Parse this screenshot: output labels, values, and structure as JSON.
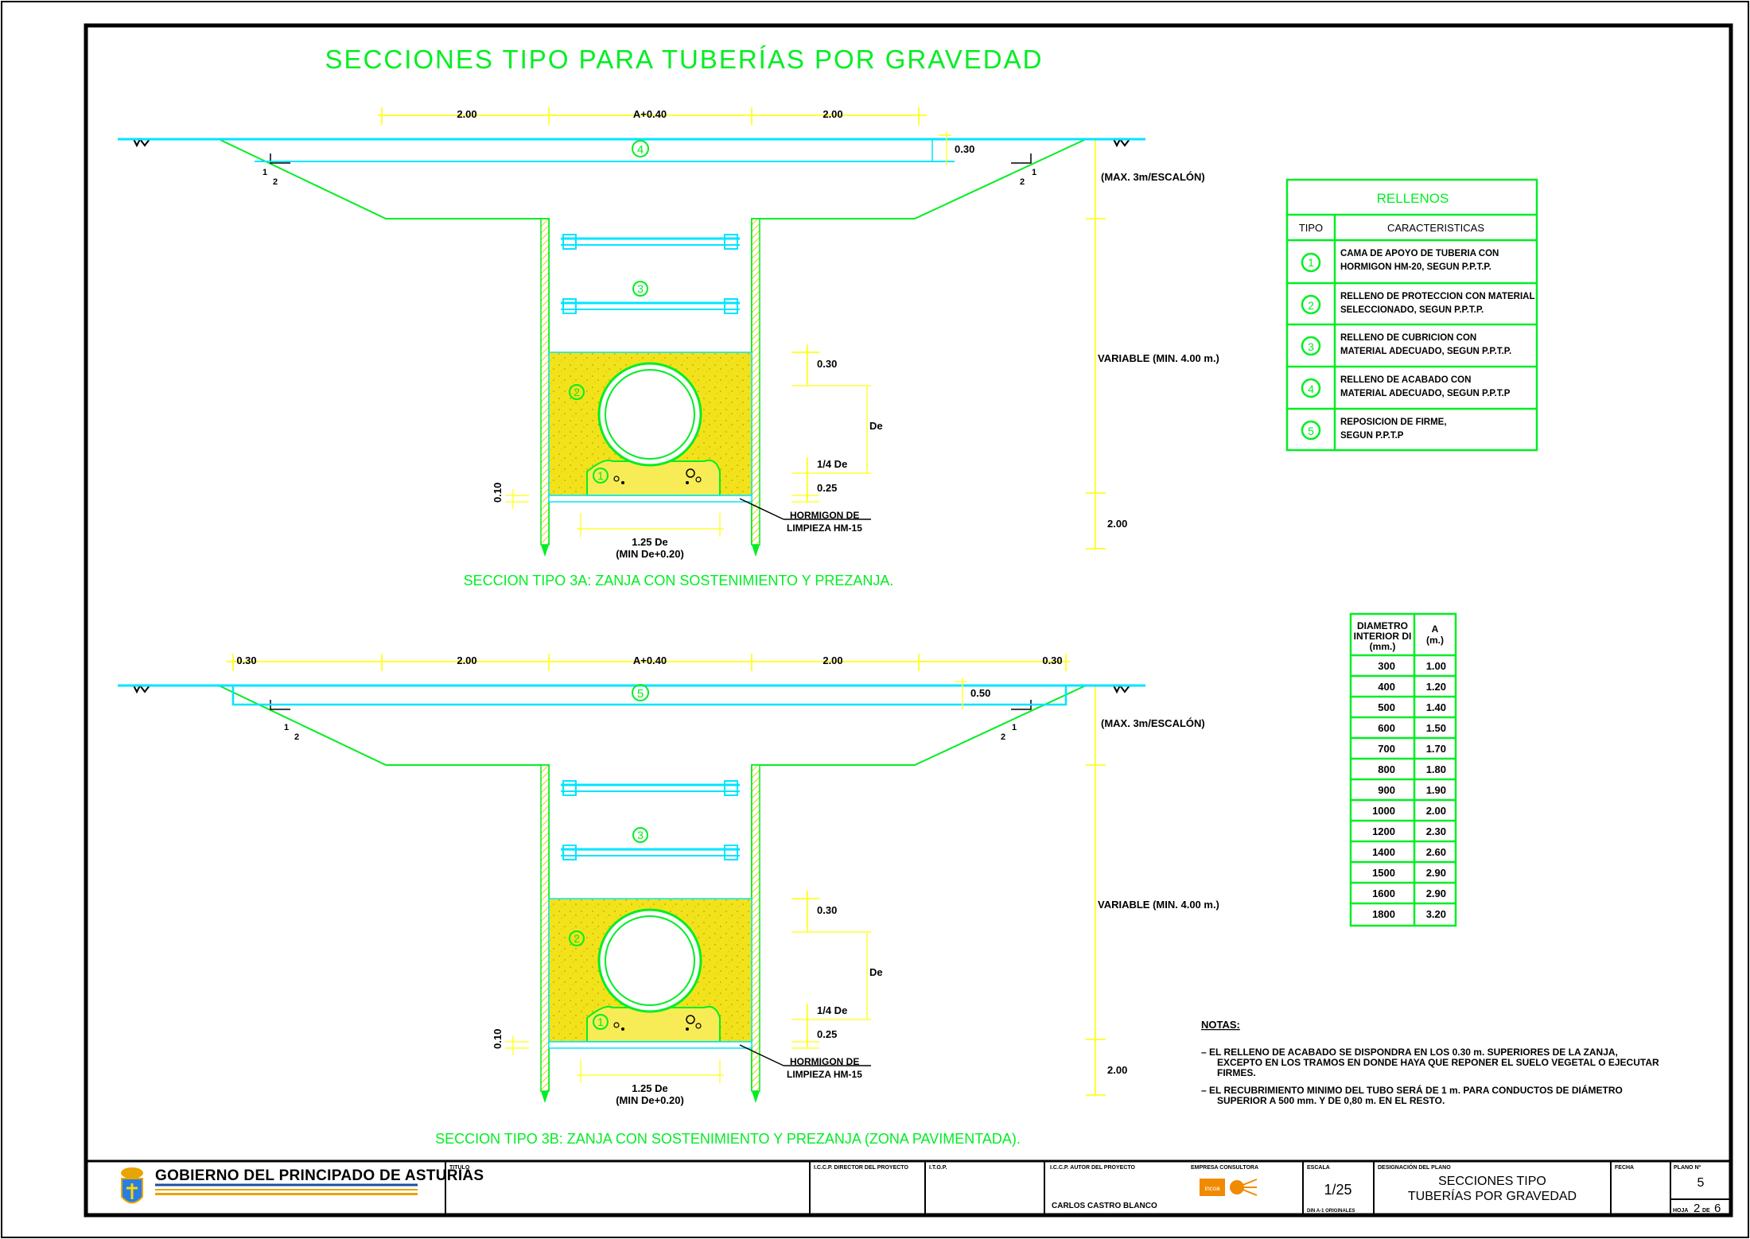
{
  "title": "SECCIONES TIPO PARA TUBERÍAS POR GRAVEDAD",
  "colors": {
    "green": "#00ee22",
    "cyan": "#00e5ff",
    "yellow": "#ffff33",
    "fill": "#f2e21c",
    "black": "#000000"
  },
  "section_a": {
    "caption": "SECCION TIPO 3A: ZANJA CON SOSTENIMIENTO Y PREZANJA.",
    "dim_left": "2.00",
    "dim_mid": "A+0.40",
    "dim_right": "2.00",
    "layer_top": "0.30",
    "slope_1": "1",
    "slope_2": "2",
    "max_step": "(MAX. 3m/ESCALÓN)",
    "variable": "VARIABLE (MIN. 4.00 m.)",
    "bottom": "2.00",
    "d030": "0.30",
    "de": "De",
    "quarter": "1/4 De",
    "d025": "0.25",
    "d010": "0.10",
    "hormigon_1": "HORMIGON DE",
    "hormigon_2": "LIMPIEZA HM-15",
    "width_1": "1.25 De",
    "width_2": "(MIN De+0.20)",
    "n1": "1",
    "n2": "2",
    "n3": "3",
    "nTop": "4"
  },
  "section_b": {
    "caption": "SECCION TIPO 3B: ZANJA CON SOSTENIMIENTO Y PREZANJA (ZONA PAVIMENTADA).",
    "side_left": "0.30",
    "side_right": "0.30",
    "dim_left": "2.00",
    "dim_mid": "A+0.40",
    "dim_right": "2.00",
    "layer_top": "0.50",
    "slope_1": "1",
    "slope_2": "2",
    "max_step": "(MAX. 3m/ESCALÓN)",
    "variable": "VARIABLE (MIN. 4.00 m.)",
    "bottom": "2.00",
    "d030": "0.30",
    "de": "De",
    "quarter": "1/4 De",
    "d025": "0.25",
    "d010": "0.10",
    "hormigon_1": "HORMIGON DE",
    "hormigon_2": "LIMPIEZA HM-15",
    "width_1": "1.25 De",
    "width_2": "(MIN De+0.20)",
    "n1": "1",
    "n2": "2",
    "n3": "3",
    "nTop": "5"
  },
  "rellenos": {
    "title": "RELLENOS",
    "col_tipo": "TIPO",
    "col_car": "CARACTERISTICAS",
    "rows": [
      {
        "n": "1",
        "l1": "CAMA DE APOYO DE TUBERIA CON",
        "l2": "HORMIGON HM-20, SEGUN P.P.T.P."
      },
      {
        "n": "2",
        "l1": "RELLENO DE PROTECCION CON MATERIAL",
        "l2": "SELECCIONADO, SEGUN P.P.T.P."
      },
      {
        "n": "3",
        "l1": "RELLENO DE CUBRICION CON",
        "l2": "MATERIAL ADECUADO, SEGUN P.P.T.P."
      },
      {
        "n": "4",
        "l1": "RELLENO DE ACABADO CON",
        "l2": "MATERIAL ADECUADO, SEGUN P.P.T.P"
      },
      {
        "n": "5",
        "l1": "REPOSICION DE FIRME,",
        "l2": "SEGUN P.P.T.P"
      }
    ]
  },
  "diametros": {
    "h1a": "DIAMETRO",
    "h1b": "INTERIOR DI",
    "h1c": "(mm.)",
    "h2a": "A",
    "h2b": "(m.)",
    "rows": [
      [
        "300",
        "1.00"
      ],
      [
        "400",
        "1.20"
      ],
      [
        "500",
        "1.40"
      ],
      [
        "600",
        "1.50"
      ],
      [
        "700",
        "1.70"
      ],
      [
        "800",
        "1.80"
      ],
      [
        "900",
        "1.90"
      ],
      [
        "1000",
        "2.00"
      ],
      [
        "1200",
        "2.30"
      ],
      [
        "1400",
        "2.60"
      ],
      [
        "1500",
        "2.90"
      ],
      [
        "1600",
        "2.90"
      ],
      [
        "1800",
        "3.20"
      ]
    ]
  },
  "notas": {
    "title": "NOTAS:",
    "n1a": "– EL RELLENO DE ACABADO SE DISPONDRA EN LOS 0.30 m. SUPERIORES DE LA ZANJA,",
    "n1b": "EXCEPTO EN LOS TRAMOS EN DONDE HAYA QUE REPONER EL SUELO VEGETAL O EJECUTAR",
    "n1c": "FIRMES.",
    "n2a": "– EL RECUBRIMIENTO MINIMO DEL TUBO SERÁ DE 1 m. PARA CONDUCTOS DE DIÁMETRO",
    "n2b": "SUPERIOR A 500 mm. Y DE 0,80 m. EN EL RESTO."
  },
  "cajetin": {
    "org": "GOBIERNO DEL PRINCIPADO DE ASTURIAS",
    "titulo": "TITULO",
    "director": "I.C.C.P. DIRECTOR DEL PROYECTO",
    "itop": "I.T.O.P.",
    "autor": "I.C.C.P. AUTOR DEL PROYECTO",
    "autor_name": "CARLOS CASTRO BLANCO",
    "empresa": "EMPRESA CONSULTORA",
    "logo_word": "incoa",
    "escala": "ESCALA",
    "escala_val": "1/25",
    "din": "DIN A-1 ORIGINALES",
    "designacion": "DESIGNACIÓN DEL PLANO",
    "plano1": "SECCIONES TIPO",
    "plano2": "TUBERÍAS POR GRAVEDAD",
    "fecha": "FECHA",
    "plano_no": "PLANO Nº",
    "plano_val": "5",
    "hoja": "HOJA",
    "hoja_n": "2",
    "de": "DE",
    "hoja_total": "6"
  }
}
